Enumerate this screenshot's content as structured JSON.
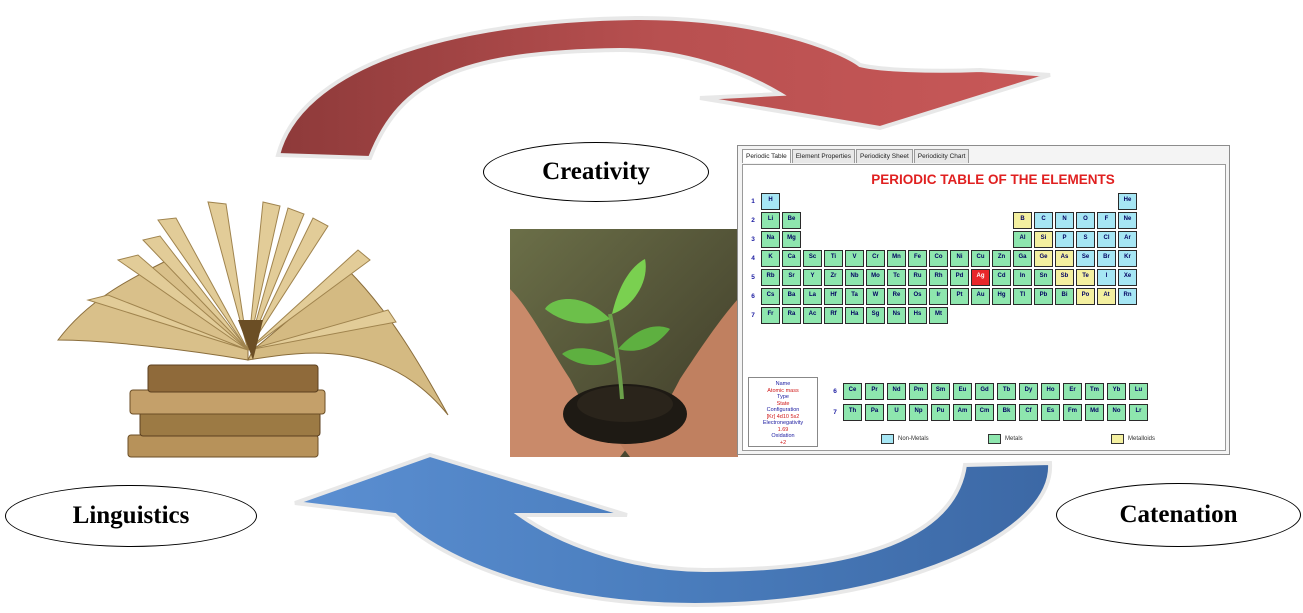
{
  "labels": {
    "creativity": "Creativity",
    "linguistics": "Linguistics",
    "catenation": "Catenation"
  },
  "periodic_table": {
    "tabs": [
      "Periodic Table",
      "Element Properties",
      "Periodicity Sheet",
      "Periodicity Chart"
    ],
    "title": "PERIODIC TABLE OF THE ELEMENTS",
    "legend": [
      "Non-Metals",
      "Metals",
      "Metalloids"
    ],
    "key_lines": [
      "Name",
      "Atomic mass",
      "Type",
      "State",
      "Configuration",
      "[Kr] 4d10 5s2",
      "Electronegativity",
      "1.69",
      "Oxidation",
      "+2"
    ],
    "colors": {
      "metal": "#8ee6ae",
      "nonmetal": "#a6e6f4",
      "metalloid": "#f4f0a0",
      "highlight": "#e8262a"
    }
  },
  "colors": {
    "red_arrow": "#b84a4a",
    "blue_arrow": "#4d7fc0"
  }
}
